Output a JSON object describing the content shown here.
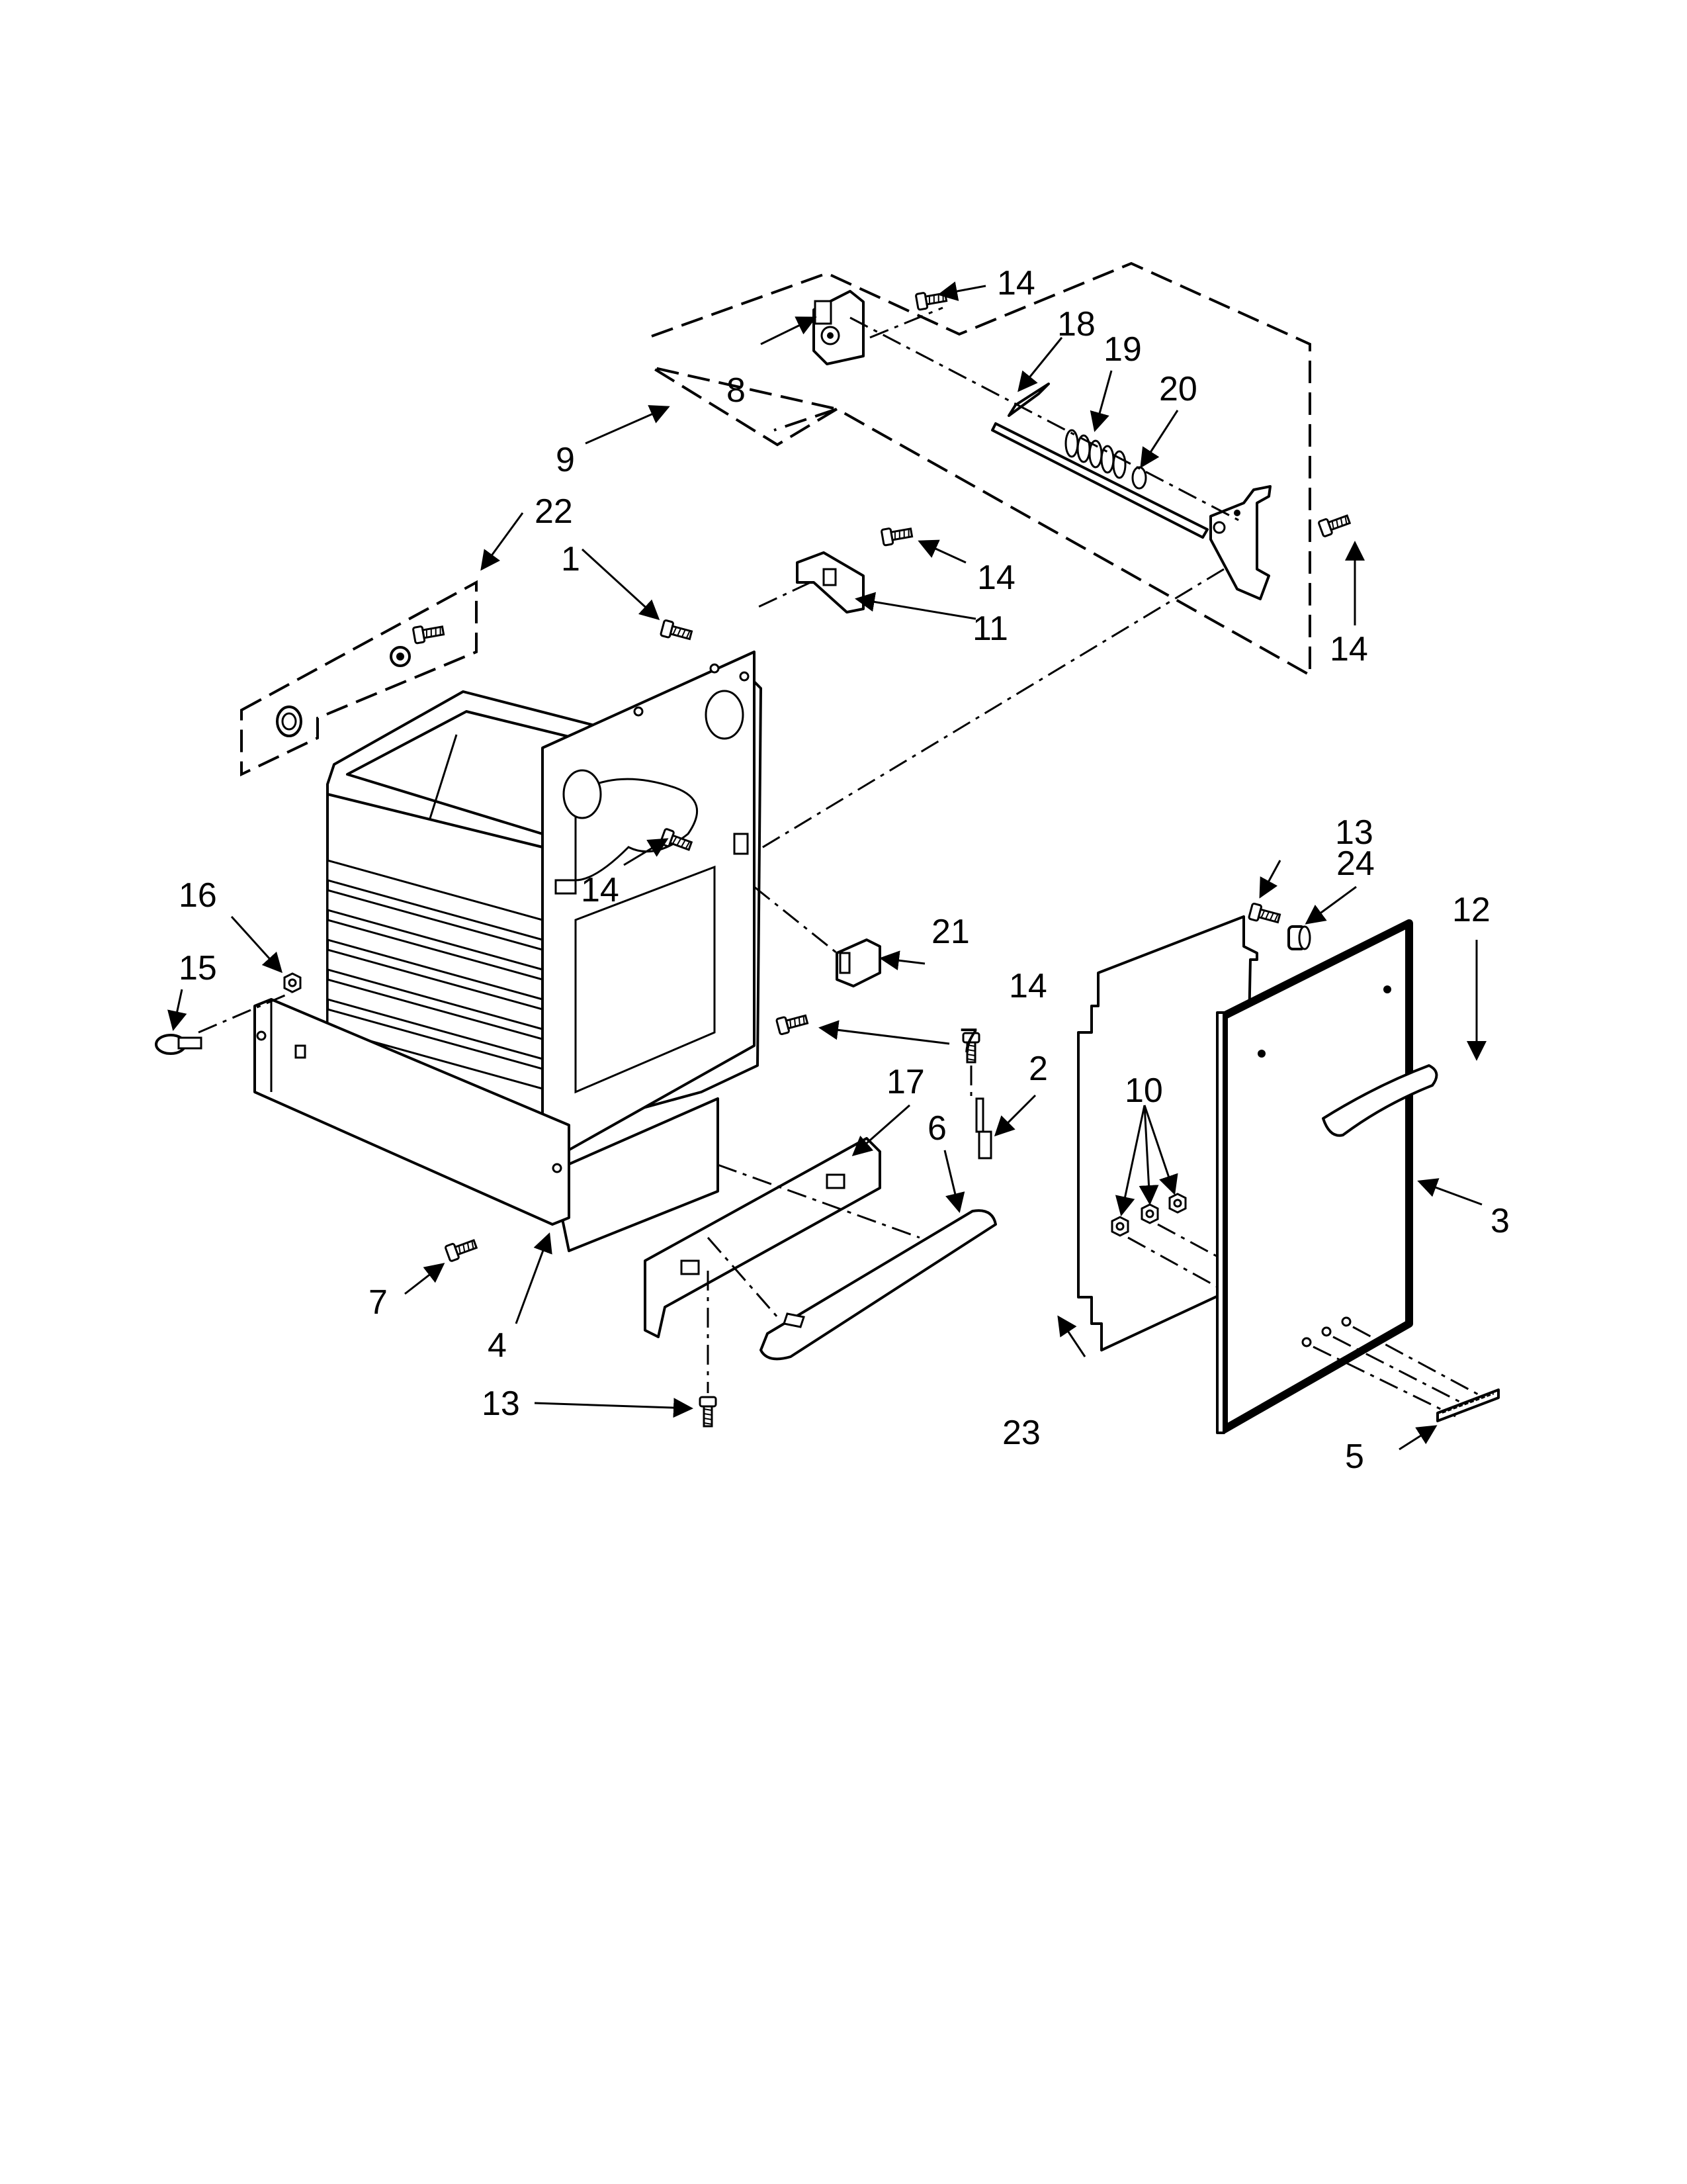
{
  "callouts": {
    "c1": "1",
    "c2": "2",
    "c3": "3",
    "c4": "4",
    "c5": "5",
    "c6": "6",
    "c7a": "7",
    "c7b": "7",
    "c8": "8",
    "c9": "9",
    "c10": "10",
    "c11": "11",
    "c12": "12",
    "c13a": "13",
    "c13b": "13",
    "c14a": "14",
    "c14b": "14",
    "c14c": "14",
    "c14d": "14",
    "c14e": "14",
    "c15": "15",
    "c16": "16",
    "c17": "17",
    "c18": "18",
    "c19": "19",
    "c20": "20",
    "c21": "21",
    "c22": "22",
    "c23": "23",
    "c24": "24"
  },
  "icons": {
    "screw": "screw-icon",
    "nut": "nut-icon",
    "spring": "spring-icon",
    "hinge": "hinge-icon",
    "handle": "handle-icon",
    "logo_badge": "logo-badge-icon"
  },
  "colors": {
    "line": "#000000",
    "background": "#ffffff"
  }
}
